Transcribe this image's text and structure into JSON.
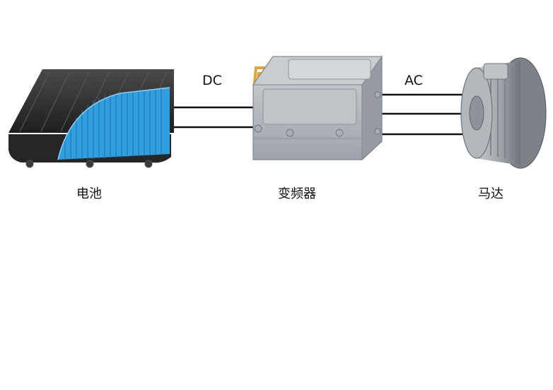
{
  "wire_labels": {
    "dc": "DC",
    "ac": "AC"
  },
  "components": {
    "battery": {
      "label": "电池",
      "icon": "battery-pack-icon"
    },
    "inverter": {
      "label": "变频器",
      "icon": "inverter-box-icon"
    },
    "motor": {
      "label": "马达",
      "icon": "electric-motor-icon"
    }
  },
  "colors": {
    "wire": "#111111",
    "battery_case": "#2b2b2b",
    "battery_cells": "#2f9fe0",
    "inverter_body": "#b9bec3",
    "inverter_leads": "#e2a33a",
    "motor_body": "#9ea3a8"
  }
}
